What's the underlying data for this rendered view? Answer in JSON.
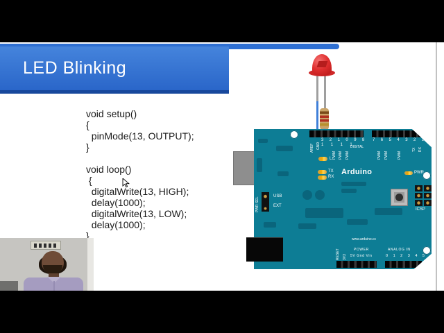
{
  "slide": {
    "title": "LED Blinking"
  },
  "code": {
    "lines": [
      "void setup()",
      "{",
      "  pinMode(13, OUTPUT);",
      "}",
      "",
      "void loop()",
      " {",
      "  digitalWrite(13, HIGH);",
      "  delay(1000);",
      "  digitalWrite(13, LOW);",
      "  delay(1000);",
      "}"
    ]
  },
  "board": {
    "brand": "Arduino",
    "site": "www.arduino.cc",
    "top_labels": {
      "aref": "AREF",
      "gnd": "GND",
      "row1": "3 2 1 0 9 8",
      "row2": "1 1 1 1",
      "digital": "DIGITAL",
      "right_row": "7 6 5 4 3 2 1 0",
      "tx": "TX",
      "rx": "RX",
      "pwm": "PWM"
    },
    "leds": {
      "l": "L",
      "tx": "TX",
      "rx": "RX",
      "pwr": "PWR"
    },
    "power_select": {
      "label": "PWR SEL",
      "usb": "USB",
      "ext": "EXT"
    },
    "icsp": "ICSP",
    "bottom_labels": {
      "reset": "RESET",
      "v33": "3V3",
      "power": "POWER",
      "power_pins": "5V Gnd Vin",
      "analog": "ANALOG IN",
      "analog_pins": "0 1 2 3 4 5"
    }
  },
  "colors": {
    "accent_blue": "#2e6fd2",
    "banner_gradient_top": "#4584dc",
    "banner_gradient_bottom": "#2a66c9",
    "board_teal": "#0d7d95",
    "led_red": "#e03030",
    "led_amber": "#f2a900",
    "wire_blue": "#3f7fd8"
  }
}
